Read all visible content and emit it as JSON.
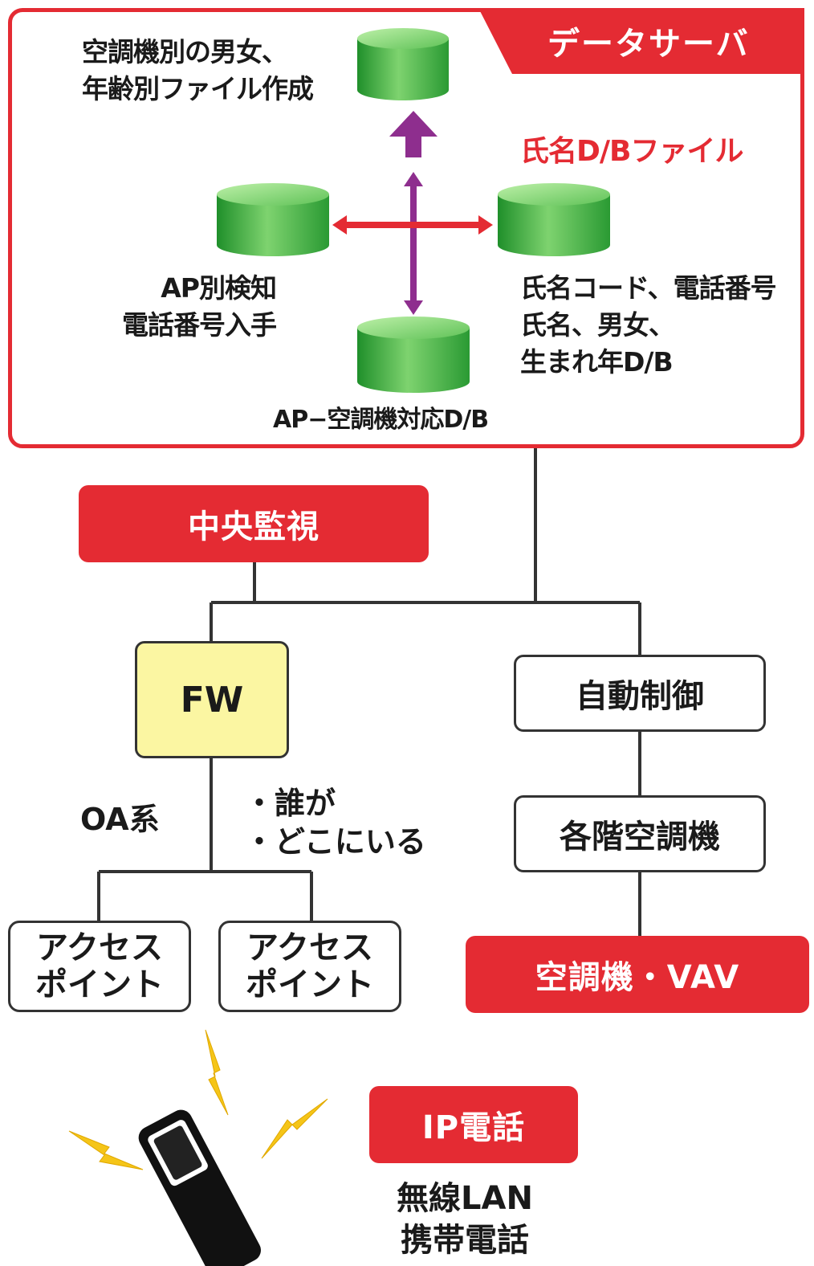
{
  "server": {
    "title": "データサーバ",
    "file_note": "空調機別の男女、\n年齢別ファイル作成",
    "name_db_title": "氏名D/Bファイル",
    "ap_detect_label": "AP別検知\n電話番号入手",
    "name_db_fields": "氏名コード、電話番号\n氏名、男女、\n生まれ年D/B",
    "ap_hvac_db_label": "AP−空調機対応D/B"
  },
  "central": {
    "label": "中央監視"
  },
  "firewall": {
    "label": "FW"
  },
  "oa": {
    "label": "OA系",
    "bullets": "・誰が\n・どこにいる"
  },
  "access_points": [
    {
      "label": "アクセス\nポイント"
    },
    {
      "label": "アクセス\nポイント"
    }
  ],
  "auto_control": {
    "label": "自動制御"
  },
  "floor_hvac": {
    "label": "各階空調機"
  },
  "hvac_vav": {
    "label": "空調機・VAV"
  },
  "ip_phone": {
    "label": "IP電話",
    "caption": "無線LAN\n携帯電話"
  },
  "colors": {
    "accent_red": "#e42b33",
    "db_green": "#3cb043",
    "arrow_purple": "#8e2e8e",
    "fw_yellow": "#fbf6a2",
    "bolt_yellow": "#f5c518"
  },
  "icons": {
    "database": "database-cylinder-icon",
    "phone": "mobile-phone-icon",
    "signal": "lightning-bolt-icon"
  }
}
